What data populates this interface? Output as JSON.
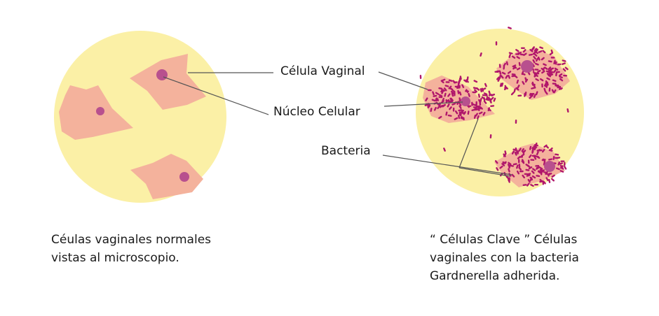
{
  "labels": {
    "cell": "Célula Vaginal",
    "nucleus": "Núcleo Celular",
    "bacteria": "Bacteria"
  },
  "captions": {
    "left": [
      "Céulas vaginales normales",
      "vistas al microscopio."
    ],
    "right": [
      "“ Células Clave ” Células",
      "vaginales con la bacteria",
      "Gardnerella adherida."
    ]
  },
  "colors": {
    "field": "#fbf0a6",
    "cell": "#f4b29c",
    "nucleus": "#b8508e",
    "bacteria": "#b0166b",
    "line": "#555555"
  }
}
